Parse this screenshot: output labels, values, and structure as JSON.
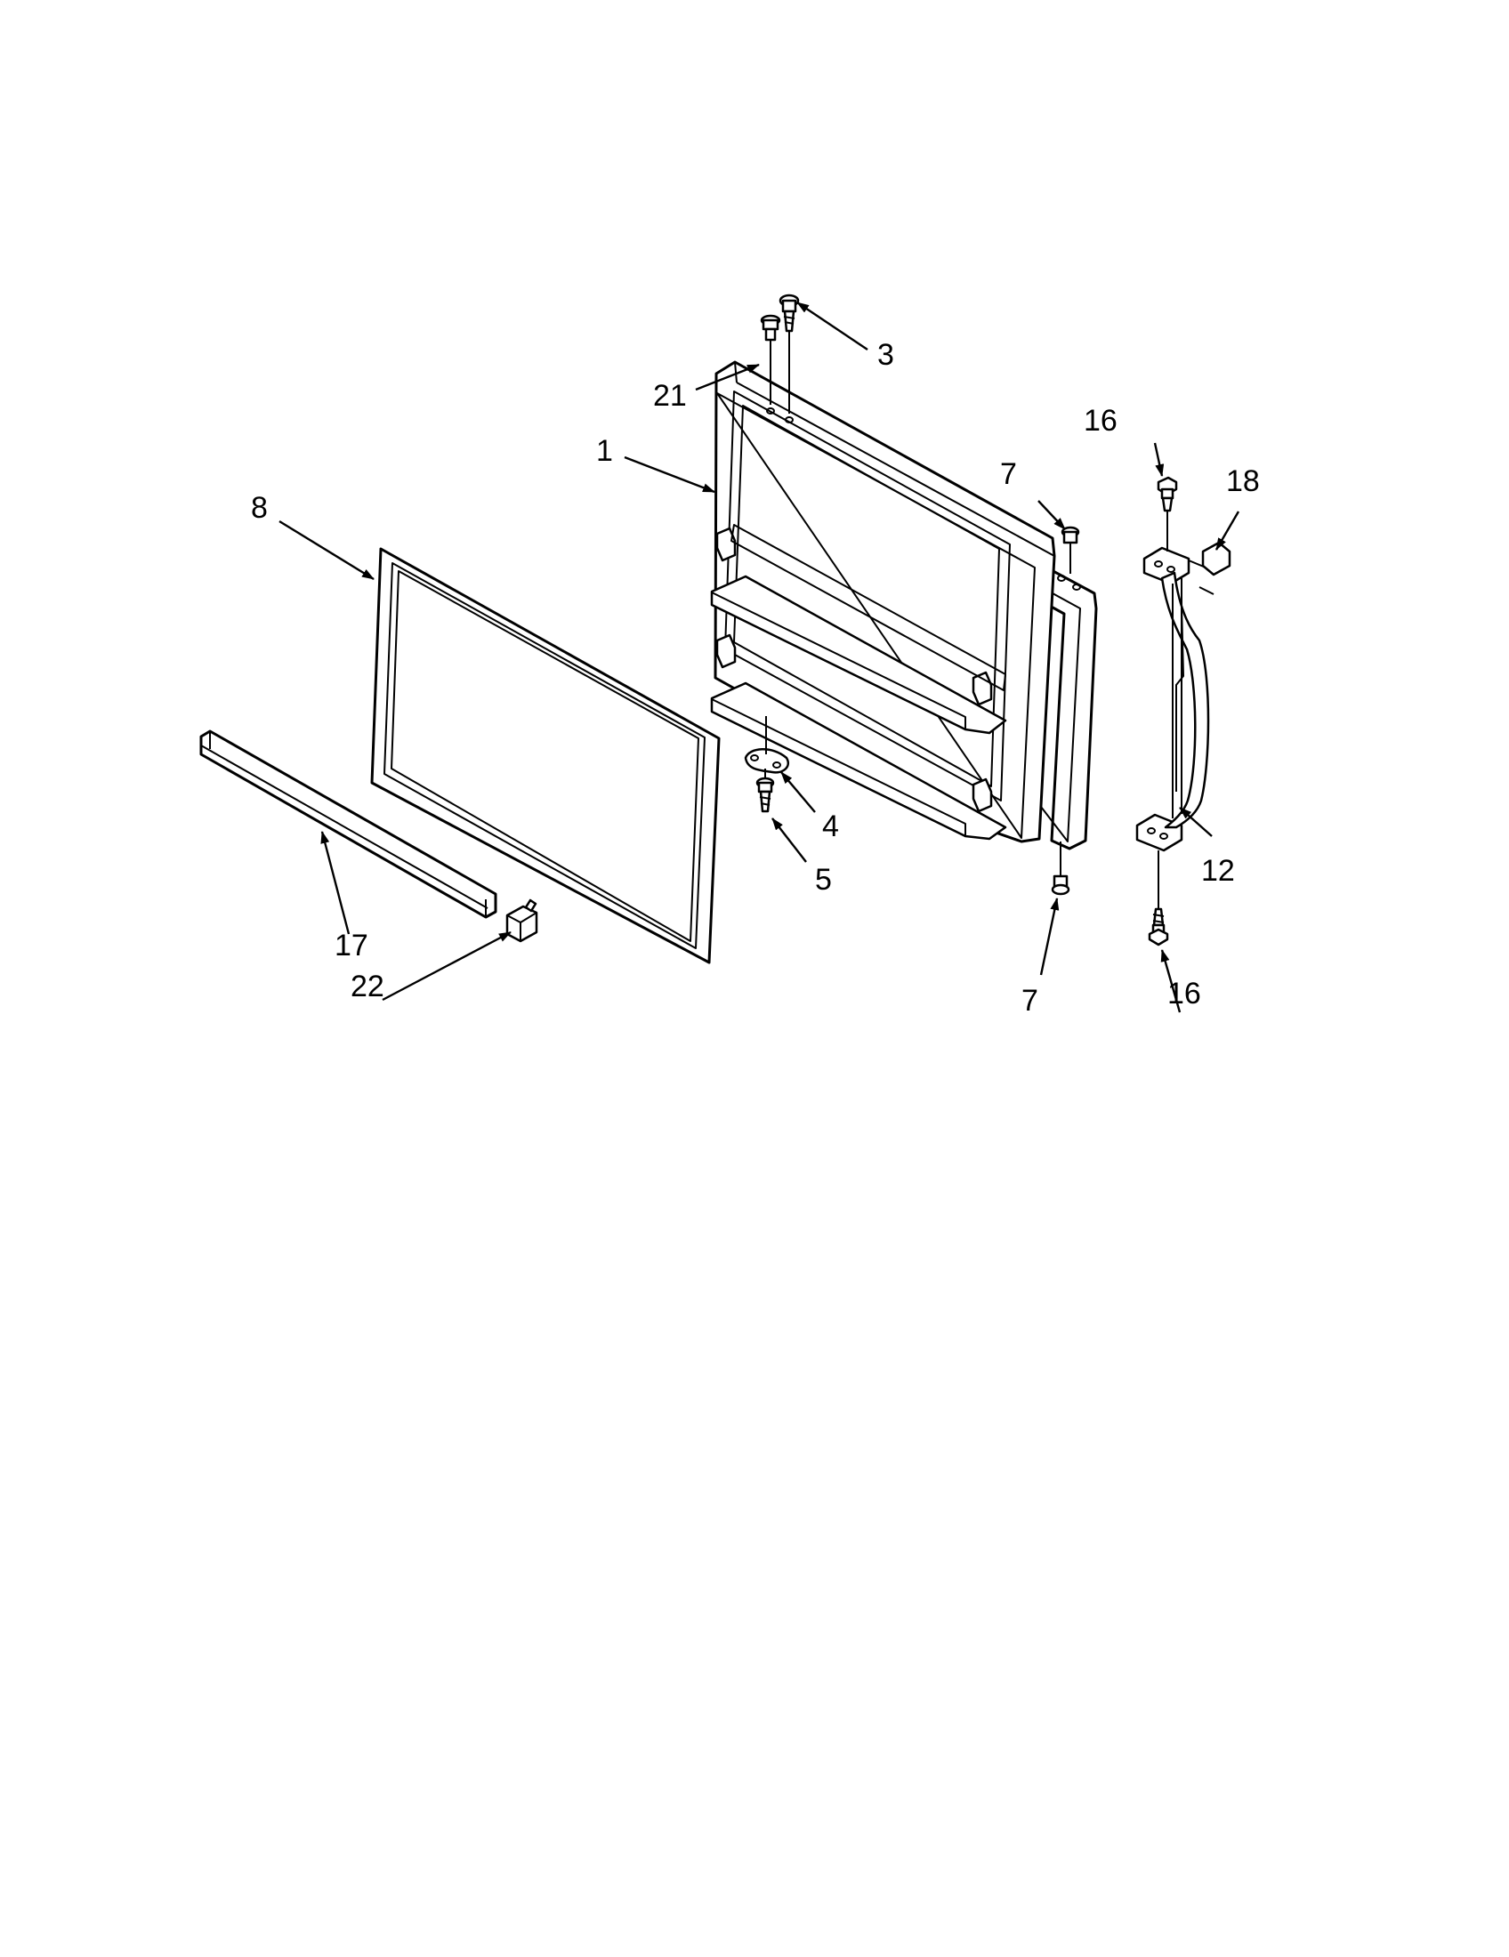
{
  "diagram": {
    "callouts": [
      {
        "id": "c3",
        "text": "3"
      },
      {
        "id": "c21",
        "text": "21"
      },
      {
        "id": "c1",
        "text": "1"
      },
      {
        "id": "c16top",
        "text": "16"
      },
      {
        "id": "c18",
        "text": "18"
      },
      {
        "id": "c7top",
        "text": "7"
      },
      {
        "id": "c8",
        "text": "8"
      },
      {
        "id": "c4",
        "text": "4"
      },
      {
        "id": "c5",
        "text": "5"
      },
      {
        "id": "c12",
        "text": "12"
      },
      {
        "id": "c7bot",
        "text": "7"
      },
      {
        "id": "c16bot",
        "text": "16"
      },
      {
        "id": "c17",
        "text": "17"
      },
      {
        "id": "c22",
        "text": "22"
      }
    ]
  }
}
